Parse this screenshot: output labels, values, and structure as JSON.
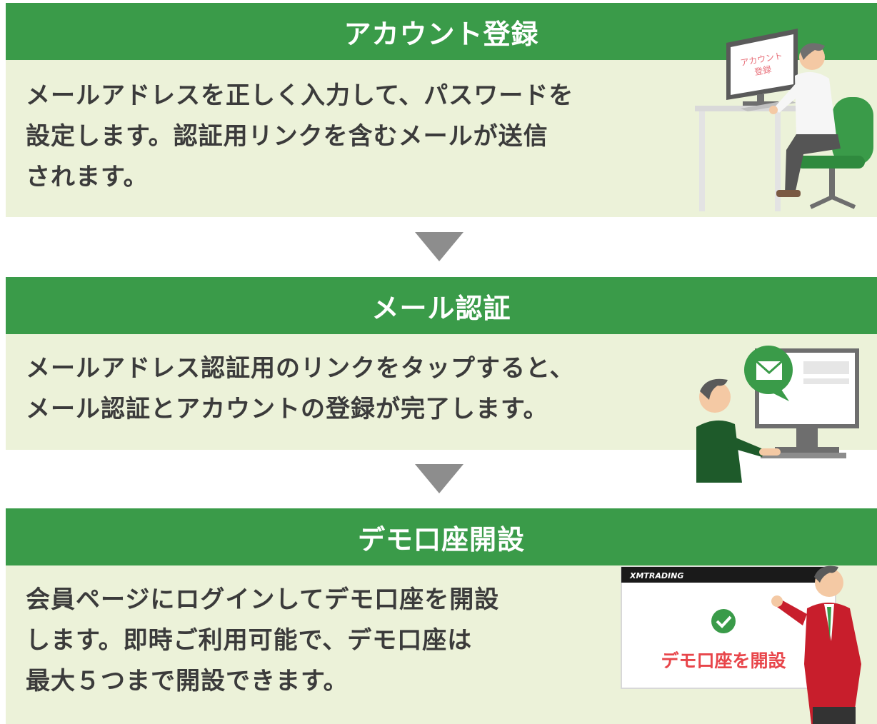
{
  "steps": [
    {
      "title": "アカウント登録",
      "lines": [
        "メールアドレスを正しく入力して、パスワードを",
        "設定します。認証用リンクを含むメールが送信",
        "されます。"
      ],
      "illustration": {
        "screen_text": [
          "アカウント",
          "登録"
        ]
      }
    },
    {
      "title": "メール認証",
      "lines": [
        "メールアドレス認証用のリンクをタップすると、",
        "メール認証とアカウントの登録が完了します。"
      ],
      "illustration": {
        "icon": "mail-icon"
      }
    },
    {
      "title": "デモ口座開設",
      "lines": [
        "会員ページにログインしてデモ口座を開設",
        "します。即時ご利用可能で、デモ口座は",
        "最大５つまで開設できます。"
      ],
      "illustration": {
        "brand": "XMTRADING",
        "panel_text": "デモ口座を開設",
        "icon": "check-icon"
      }
    }
  ],
  "colors": {
    "header_green": "#3a9b49",
    "body_bg": "#ecf2d9",
    "arrow_gray": "#8d8d8d",
    "accent_red": "#e8454a"
  }
}
